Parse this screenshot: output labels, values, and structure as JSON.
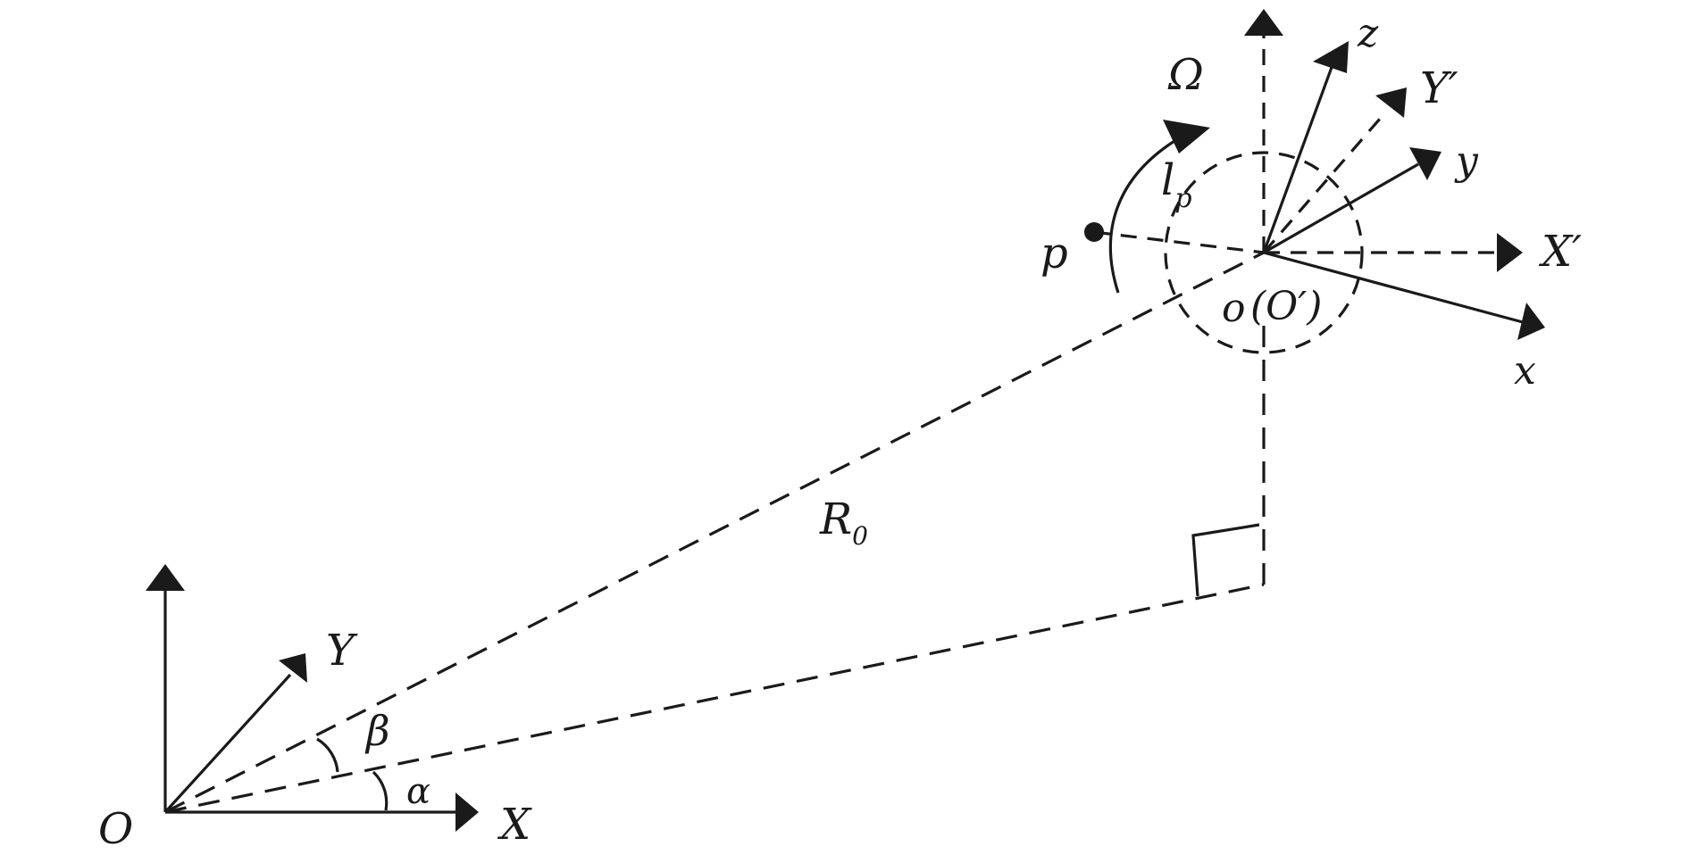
{
  "labels": {
    "origin": "O",
    "axis_x": "X",
    "axis_y": "Y",
    "angle_alpha": "α",
    "angle_beta": "β",
    "distance": "R",
    "distance_sub": "0",
    "point": "p",
    "arm": "l",
    "arm_sub": "p",
    "rotation": "Ω",
    "body_origin": "o",
    "frame_origin": "(O′)",
    "axis_x_prime": "X′",
    "axis_y_prime": "Y′",
    "body_x": "x",
    "body_y": "y",
    "body_z": "z"
  },
  "colors": {
    "stroke": "#1a1a1a",
    "background": "#ffffff"
  }
}
